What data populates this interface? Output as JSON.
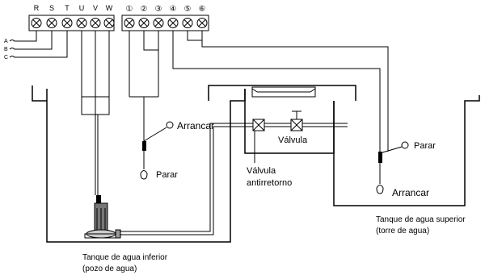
{
  "terminals": {
    "power": [
      "R",
      "S",
      "T",
      "U",
      "V",
      "W"
    ],
    "control": [
      "①",
      "②",
      "③",
      "④",
      "⑤",
      "⑥"
    ]
  },
  "phases": [
    "A",
    "B",
    "C"
  ],
  "labels": {
    "lower_start": "Arrancar",
    "lower_stop": "Parar",
    "valve": "Válvula",
    "check_valve_line1": "Válvula",
    "check_valve_line2": "antirretorno",
    "upper_stop": "Parar",
    "upper_start": "Arrancar",
    "lower_tank_line1": "Tanque de agua inferior",
    "lower_tank_line2": "(pozo de agua)",
    "upper_tank_line1": "Tanque de agua  superior",
    "upper_tank_line2": "(torre de agua)"
  },
  "colors": {
    "line": "#000000",
    "background": "#ffffff"
  }
}
